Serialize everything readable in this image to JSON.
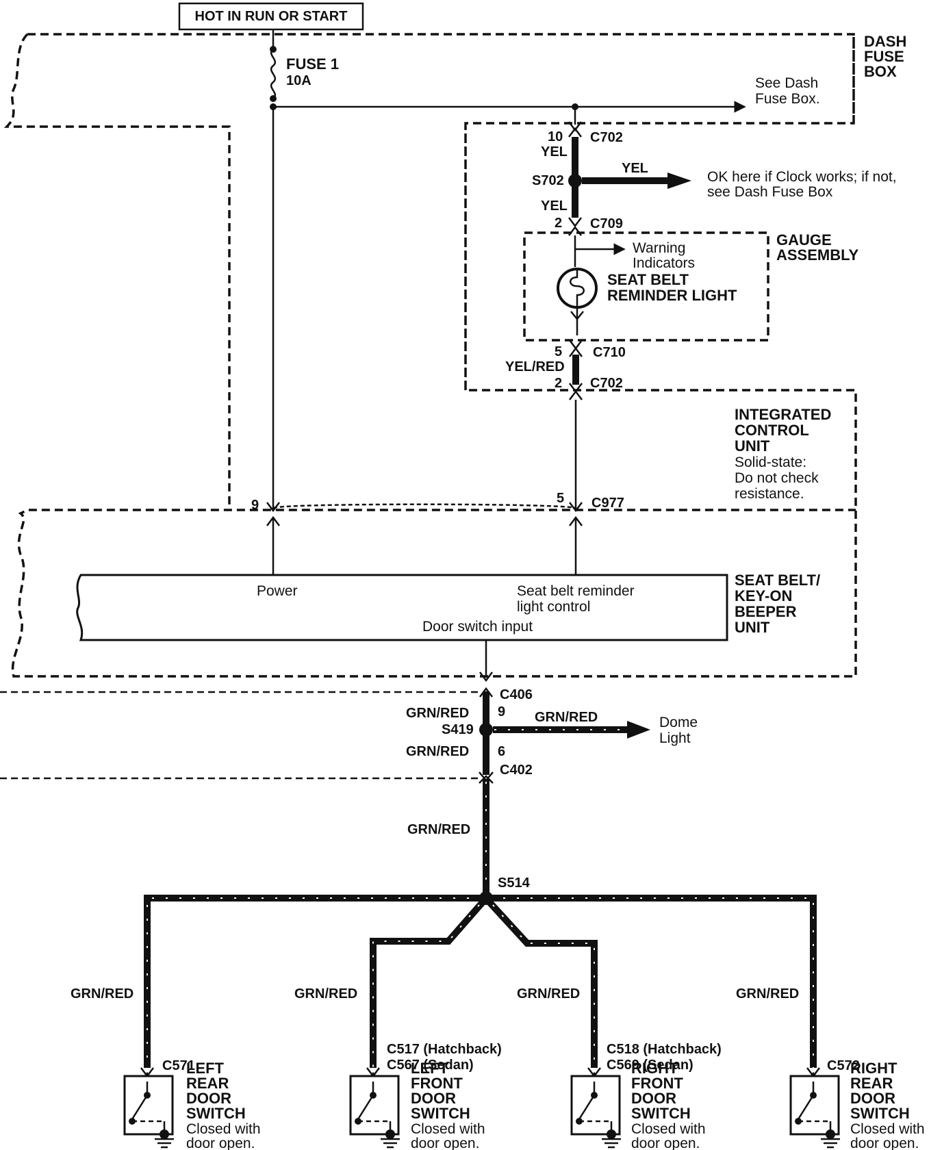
{
  "header": {
    "power_label": "HOT IN RUN OR START"
  },
  "dash_fuse_box": {
    "title": [
      "DASH",
      "FUSE",
      "BOX"
    ],
    "fuse_name": "FUSE 1",
    "fuse_rating": "10A",
    "see_note": [
      "See Dash",
      "Fuse Box."
    ]
  },
  "connectors": {
    "c702_top": "C702",
    "c702_top_pin": "10",
    "c709": "C709",
    "c709_pin": "2",
    "c710": "C710",
    "c710_pin": "5",
    "c702_bottom": "C702",
    "c702_bottom_pin": "2",
    "c977": "C977",
    "c977_pin_power": "9",
    "c977_pin_light": "5",
    "c406": "C406",
    "c406_pin": "9",
    "c402": "C402",
    "c402_pin": "6"
  },
  "splices": {
    "s702": "S702",
    "s419": "S419",
    "s514": "S514"
  },
  "wires": {
    "yel_1": "YEL",
    "yel_2": "YEL",
    "yel_branch": "YEL",
    "yel_red": "YEL/RED",
    "grn_red_1": "GRN/RED",
    "grn_red_2": "GRN/RED",
    "grn_red_dome": "GRN/RED",
    "grn_red_main": "GRN/RED",
    "grn_red_lr": "GRN/RED",
    "grn_red_lf": "GRN/RED",
    "grn_red_rf": "GRN/RED",
    "grn_red_rr": "GRN/RED"
  },
  "clock_note": [
    "OK here if Clock works; if not,",
    "see Dash Fuse Box"
  ],
  "gauge_assembly": {
    "title": [
      "GAUGE",
      "ASSEMBLY"
    ],
    "warning": [
      "Warning",
      "Indicators"
    ],
    "light": [
      "SEAT BELT",
      "REMINDER LIGHT"
    ]
  },
  "integrated_control_unit": {
    "title": [
      "INTEGRATED",
      "CONTROL",
      "UNIT"
    ],
    "note": [
      "Solid-state:",
      "Do not check",
      "resistance."
    ]
  },
  "beeper_unit": {
    "title": [
      "SEAT BELT/",
      "KEY-ON",
      "BEEPER",
      "UNIT"
    ],
    "power": "Power",
    "light_control": [
      "Seat belt reminder",
      "light control"
    ],
    "door_input": "Door switch input"
  },
  "dome_light": [
    "Dome",
    "Light"
  ],
  "door_switches": [
    {
      "connector": [
        "C571"
      ],
      "name": [
        "LEFT",
        "REAR",
        "DOOR",
        "SWITCH"
      ],
      "note": [
        "Closed with",
        "door open."
      ]
    },
    {
      "connector": [
        "C517 (Hatchback)",
        "C567 (Sedan)"
      ],
      "name": [
        "LEFT",
        "FRONT",
        "DOOR",
        "SWITCH"
      ],
      "note": [
        "Closed with",
        "door open."
      ]
    },
    {
      "connector": [
        "C518 (Hatchback)",
        "C569 (Sedan)"
      ],
      "name": [
        "RIGHT",
        "FRONT",
        "DOOR",
        "SWITCH"
      ],
      "note": [
        "Closed with",
        "door open."
      ]
    },
    {
      "connector": [
        "C572"
      ],
      "name": [
        "RIGHT",
        "REAR",
        "DOOR",
        "SWITCH"
      ],
      "note": [
        "Closed with",
        "door open."
      ]
    }
  ]
}
